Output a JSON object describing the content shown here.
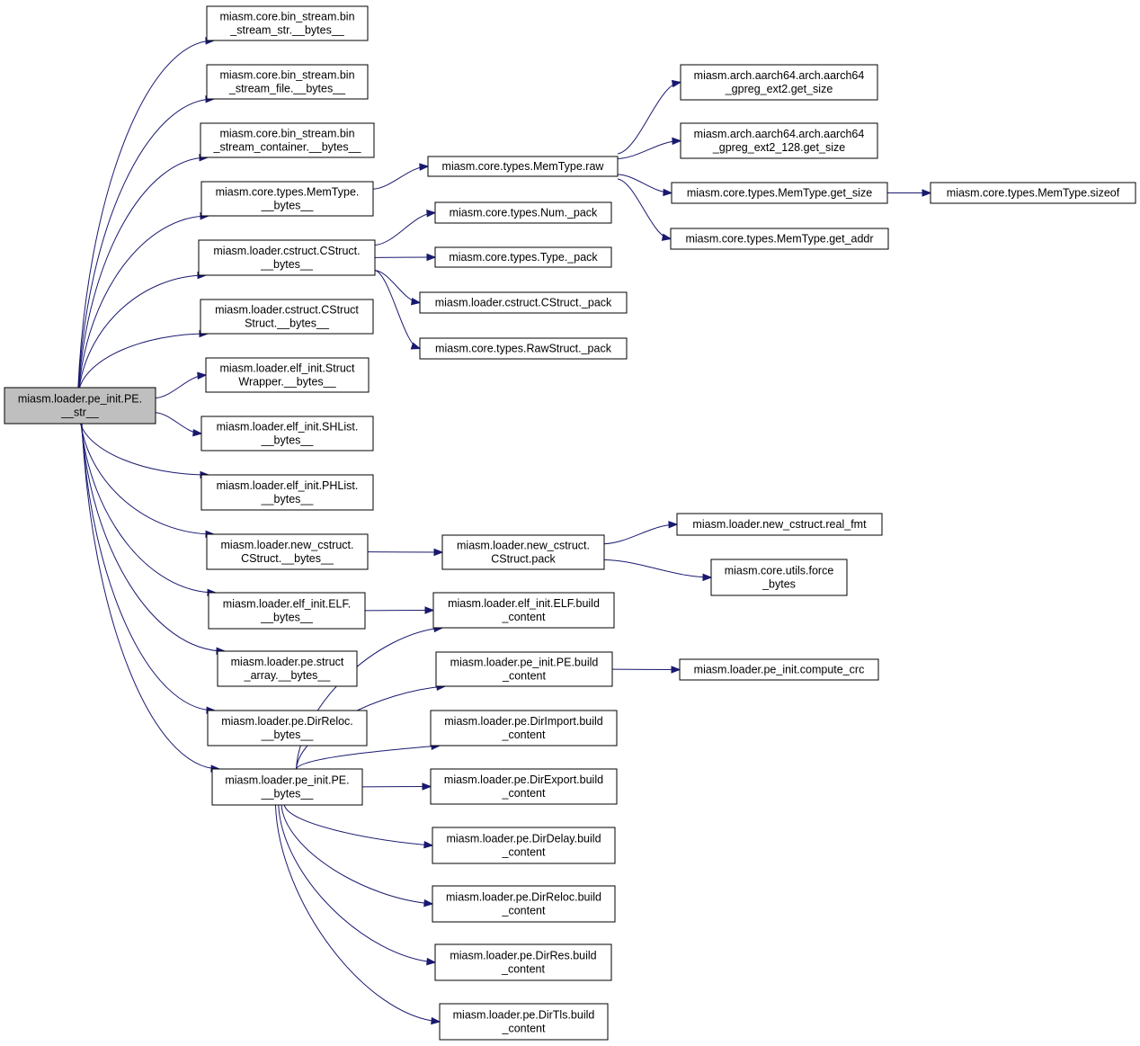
{
  "diagram": {
    "type": "call-graph",
    "root": "pe_str",
    "nodes": [
      {
        "id": "pe_str",
        "lines": [
          "miasm.loader.pe_init.PE.",
          "__str__"
        ],
        "highlight": true
      },
      {
        "id": "bs_str",
        "lines": [
          "miasm.core.bin_stream.bin",
          "_stream_str.__bytes__"
        ]
      },
      {
        "id": "bs_file",
        "lines": [
          "miasm.core.bin_stream.bin",
          "_stream_file.__bytes__"
        ]
      },
      {
        "id": "bs_cont",
        "lines": [
          "miasm.core.bin_stream.bin",
          "_stream_container.__bytes__"
        ]
      },
      {
        "id": "memtype_bytes",
        "lines": [
          "miasm.core.types.MemType.",
          "__bytes__"
        ]
      },
      {
        "id": "cstruct_bytes",
        "lines": [
          "miasm.loader.cstruct.CStruct.",
          "__bytes__"
        ]
      },
      {
        "id": "cstructstruct_bytes",
        "lines": [
          "miasm.loader.cstruct.CStruct",
          "Struct.__bytes__"
        ]
      },
      {
        "id": "structwrapper_bytes",
        "lines": [
          "miasm.loader.elf_init.Struct",
          "Wrapper.__bytes__"
        ]
      },
      {
        "id": "shlist_bytes",
        "lines": [
          "miasm.loader.elf_init.SHList.",
          "__bytes__"
        ]
      },
      {
        "id": "phlist_bytes",
        "lines": [
          "miasm.loader.elf_init.PHList.",
          "__bytes__"
        ]
      },
      {
        "id": "newcstruct_bytes",
        "lines": [
          "miasm.loader.new_cstruct.",
          "CStruct.__bytes__"
        ]
      },
      {
        "id": "elf_bytes",
        "lines": [
          "miasm.loader.elf_init.ELF.",
          "__bytes__"
        ]
      },
      {
        "id": "structarray_bytes",
        "lines": [
          "miasm.loader.pe.struct",
          "_array.__bytes__"
        ]
      },
      {
        "id": "dirreloc_bytes",
        "lines": [
          "miasm.loader.pe.DirReloc.",
          "__bytes__"
        ]
      },
      {
        "id": "pe_bytes",
        "lines": [
          "miasm.loader.pe_init.PE.",
          "__bytes__"
        ]
      },
      {
        "id": "memtype_raw",
        "lines": [
          "miasm.core.types.MemType.raw"
        ]
      },
      {
        "id": "num_pack",
        "lines": [
          "miasm.core.types.Num._pack"
        ]
      },
      {
        "id": "type_pack",
        "lines": [
          "miasm.core.types.Type._pack"
        ]
      },
      {
        "id": "cstruct_pack",
        "lines": [
          "miasm.loader.cstruct.CStruct._pack"
        ]
      },
      {
        "id": "rawstruct_pack",
        "lines": [
          "miasm.core.types.RawStruct._pack"
        ]
      },
      {
        "id": "gpreg2_size",
        "lines": [
          "miasm.arch.aarch64.arch.aarch64",
          "_gpreg_ext2.get_size"
        ]
      },
      {
        "id": "gpreg2_128_size",
        "lines": [
          "miasm.arch.aarch64.arch.aarch64",
          "_gpreg_ext2_128.get_size"
        ]
      },
      {
        "id": "memtype_getsize",
        "lines": [
          "miasm.core.types.MemType.get_size"
        ]
      },
      {
        "id": "memtype_getaddr",
        "lines": [
          "miasm.core.types.MemType.get_addr"
        ]
      },
      {
        "id": "memtype_sizeof",
        "lines": [
          "miasm.core.types.MemType.sizeof"
        ]
      },
      {
        "id": "newcstruct_pack",
        "lines": [
          "miasm.loader.new_cstruct.",
          "CStruct.pack"
        ]
      },
      {
        "id": "real_fmt",
        "lines": [
          "miasm.loader.new_cstruct.real_fmt"
        ]
      },
      {
        "id": "force_bytes",
        "lines": [
          "miasm.core.utils.force",
          "_bytes"
        ]
      },
      {
        "id": "elf_build",
        "lines": [
          "miasm.loader.elf_init.ELF.build",
          "_content"
        ]
      },
      {
        "id": "pe_build",
        "lines": [
          "miasm.loader.pe_init.PE.build",
          "_content"
        ]
      },
      {
        "id": "compute_crc",
        "lines": [
          "miasm.loader.pe_init.compute_crc"
        ]
      },
      {
        "id": "dirimport_build",
        "lines": [
          "miasm.loader.pe.DirImport.build",
          "_content"
        ]
      },
      {
        "id": "direxport_build",
        "lines": [
          "miasm.loader.pe.DirExport.build",
          "_content"
        ]
      },
      {
        "id": "dirdelay_build",
        "lines": [
          "miasm.loader.pe.DirDelay.build",
          "_content"
        ]
      },
      {
        "id": "dirreloc_build",
        "lines": [
          "miasm.loader.pe.DirReloc.build",
          "_content"
        ]
      },
      {
        "id": "dirres_build",
        "lines": [
          "miasm.loader.pe.DirRes.build",
          "_content"
        ]
      },
      {
        "id": "dirtls_build",
        "lines": [
          "miasm.loader.pe.DirTls.build",
          "_content"
        ]
      }
    ],
    "edges": [
      [
        "pe_str",
        "bs_str"
      ],
      [
        "pe_str",
        "bs_file"
      ],
      [
        "pe_str",
        "bs_cont"
      ],
      [
        "pe_str",
        "memtype_bytes"
      ],
      [
        "pe_str",
        "cstruct_bytes"
      ],
      [
        "pe_str",
        "cstructstruct_bytes"
      ],
      [
        "pe_str",
        "structwrapper_bytes"
      ],
      [
        "pe_str",
        "shlist_bytes"
      ],
      [
        "pe_str",
        "phlist_bytes"
      ],
      [
        "pe_str",
        "newcstruct_bytes"
      ],
      [
        "pe_str",
        "elf_bytes"
      ],
      [
        "pe_str",
        "structarray_bytes"
      ],
      [
        "pe_str",
        "dirreloc_bytes"
      ],
      [
        "pe_str",
        "pe_bytes"
      ],
      [
        "memtype_bytes",
        "memtype_raw"
      ],
      [
        "memtype_raw",
        "gpreg2_size"
      ],
      [
        "memtype_raw",
        "gpreg2_128_size"
      ],
      [
        "memtype_raw",
        "memtype_getsize"
      ],
      [
        "memtype_raw",
        "memtype_getaddr"
      ],
      [
        "memtype_getsize",
        "memtype_sizeof"
      ],
      [
        "cstruct_bytes",
        "num_pack"
      ],
      [
        "cstruct_bytes",
        "type_pack"
      ],
      [
        "cstruct_bytes",
        "cstruct_pack"
      ],
      [
        "cstruct_bytes",
        "rawstruct_pack"
      ],
      [
        "newcstruct_bytes",
        "newcstruct_pack"
      ],
      [
        "newcstruct_pack",
        "real_fmt"
      ],
      [
        "newcstruct_pack",
        "force_bytes"
      ],
      [
        "elf_bytes",
        "elf_build"
      ],
      [
        "pe_bytes",
        "elf_build"
      ],
      [
        "pe_bytes",
        "pe_build"
      ],
      [
        "pe_bytes",
        "dirimport_build"
      ],
      [
        "pe_bytes",
        "direxport_build"
      ],
      [
        "pe_bytes",
        "dirdelay_build"
      ],
      [
        "pe_bytes",
        "dirreloc_build"
      ],
      [
        "pe_bytes",
        "dirres_build"
      ],
      [
        "pe_bytes",
        "dirtls_build"
      ],
      [
        "pe_build",
        "compute_crc"
      ]
    ]
  },
  "colors": {
    "edge": "#191970",
    "node_border": "#000000",
    "node_fill": "#ffffff",
    "root_fill": "#bfbfbf"
  }
}
